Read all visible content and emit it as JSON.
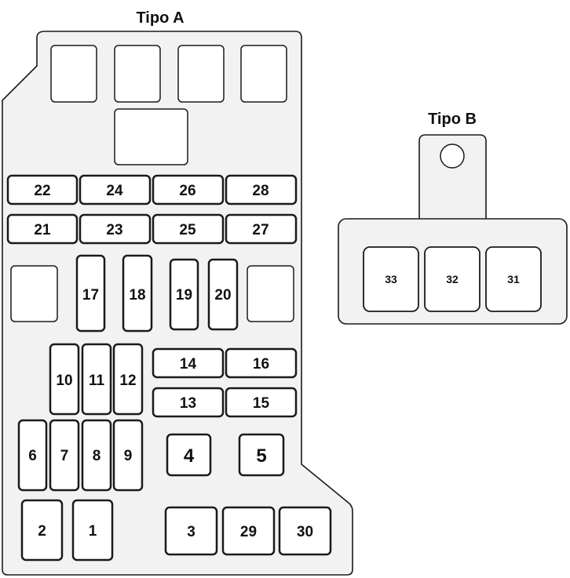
{
  "panels": {
    "tipo_a_title": "Tipo A",
    "tipo_b_title": "Tipo B"
  },
  "fuses": {
    "f1": "1",
    "f2": "2",
    "f3": "3",
    "f4": "4",
    "f5": "5",
    "f6": "6",
    "f7": "7",
    "f8": "8",
    "f9": "9",
    "f10": "10",
    "f11": "11",
    "f12": "12",
    "f13": "13",
    "f14": "14",
    "f15": "15",
    "f16": "16",
    "f17": "17",
    "f18": "18",
    "f19": "19",
    "f20": "20",
    "f21": "21",
    "f22": "22",
    "f23": "23",
    "f24": "24",
    "f25": "25",
    "f26": "26",
    "f27": "27",
    "f28": "28",
    "f29": "29",
    "f30": "30",
    "f31": "31",
    "f32": "32",
    "f33": "33"
  },
  "colors": {
    "panel_fill": "#f2f2f2",
    "slot_fill": "#ffffff",
    "stroke": "#1a1a1a"
  }
}
